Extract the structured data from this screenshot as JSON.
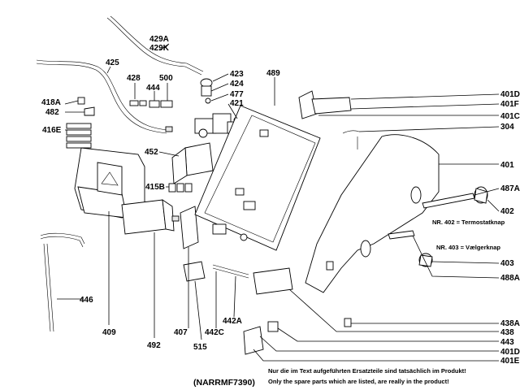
{
  "labels": {
    "l401D_top": "401D",
    "l401F": "401F",
    "l401C": "401C",
    "l304": "304",
    "l401": "401",
    "l487A": "487A",
    "l402": "402",
    "l403": "403",
    "l488A": "488A",
    "l438A": "438A",
    "l438": "438",
    "l443": "443",
    "l401D_bot": "401D",
    "l401E": "401E",
    "l429A": "429A",
    "l429K": "429K",
    "l425": "425",
    "l428": "428",
    "l444": "444",
    "l500": "500",
    "l423": "423",
    "l424": "424",
    "l477": "477",
    "l421": "421",
    "l489": "489",
    "l418A": "418A",
    "l482": "482",
    "l416E": "416E",
    "l452": "452",
    "l415B": "415B",
    "l446": "446",
    "l409": "409",
    "l492": "492",
    "l407": "407",
    "l515": "515",
    "l442C": "442C",
    "l442A": "442A"
  },
  "notes": {
    "nr402": "NR. 402 = Termostatknap",
    "nr403": "NR. 403 = Vælgerknap",
    "german": "Nur die im Text aufgeführten Ersatzteile sind tatsächlich im Produkt!",
    "english": "Only the spare parts which are listed, are really in the product!"
  },
  "code": "(NARRMF7390)"
}
